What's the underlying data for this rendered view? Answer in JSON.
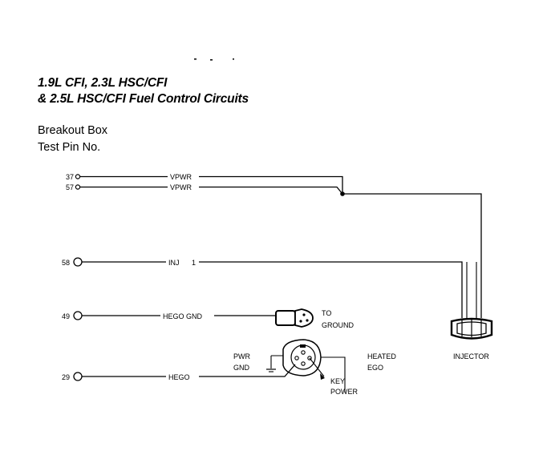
{
  "title": {
    "line1": "1.9L CFI, 2.3L HSC/CFI",
    "line2": "& 2.5L HSC/CFI Fuel Control Circuits"
  },
  "breakout_box": {
    "line1": "Breakout Box",
    "line2": "Test Pin No."
  },
  "pins": [
    {
      "number": "37",
      "signal": "VPWR"
    },
    {
      "number": "57",
      "signal": "VPWR"
    },
    {
      "number": "58",
      "signal": "INJ"
    },
    {
      "number": "49",
      "signal": "HEGO GND"
    },
    {
      "number": "29",
      "signal": "HEGO"
    }
  ],
  "inj_mark": "1",
  "components": {
    "injector": "INJECTOR",
    "to_ground_1": "TO",
    "to_ground_2": "GROUND",
    "pwr_gnd_1": "PWR",
    "pwr_gnd_2": "GND",
    "heated_ego_1": "HEATED",
    "heated_ego_2": "EGO",
    "key_power_1": "KEY",
    "key_power_2": "POWER"
  }
}
